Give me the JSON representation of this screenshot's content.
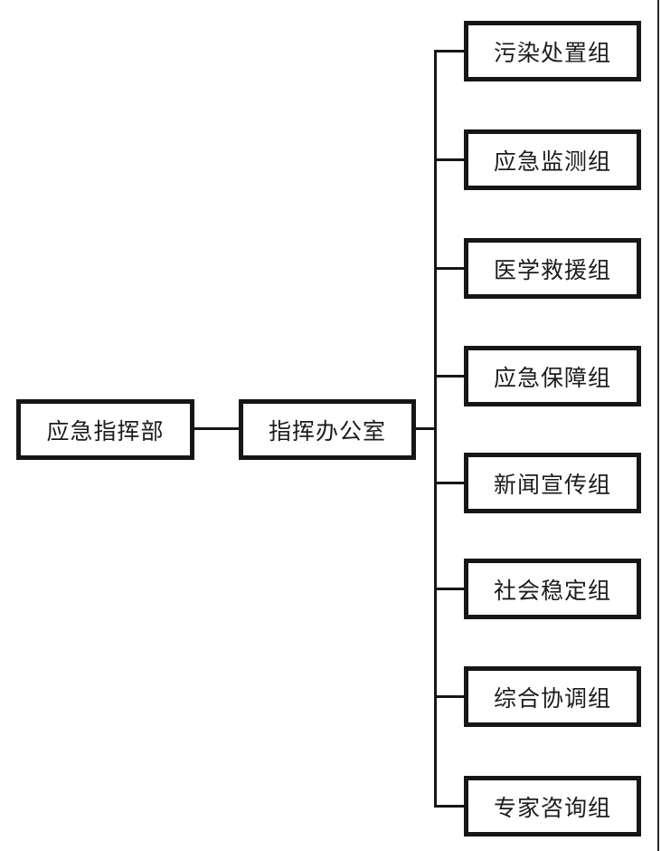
{
  "diagram": {
    "type": "org-chart",
    "root": {
      "label": "应急指挥部"
    },
    "office": {
      "label": "指挥办公室"
    },
    "groups": [
      {
        "label": "污染处置组"
      },
      {
        "label": "应急监测组"
      },
      {
        "label": "医学救援组"
      },
      {
        "label": "应急保障组"
      },
      {
        "label": "新闻宣传组"
      },
      {
        "label": "社会稳定组"
      },
      {
        "label": "综合协调组"
      },
      {
        "label": "专家咨询组"
      }
    ],
    "colors": {
      "line": "#161616",
      "text": "#1c1c1c",
      "background": "#ffffff",
      "page_edge": "#2b2b2b"
    }
  }
}
